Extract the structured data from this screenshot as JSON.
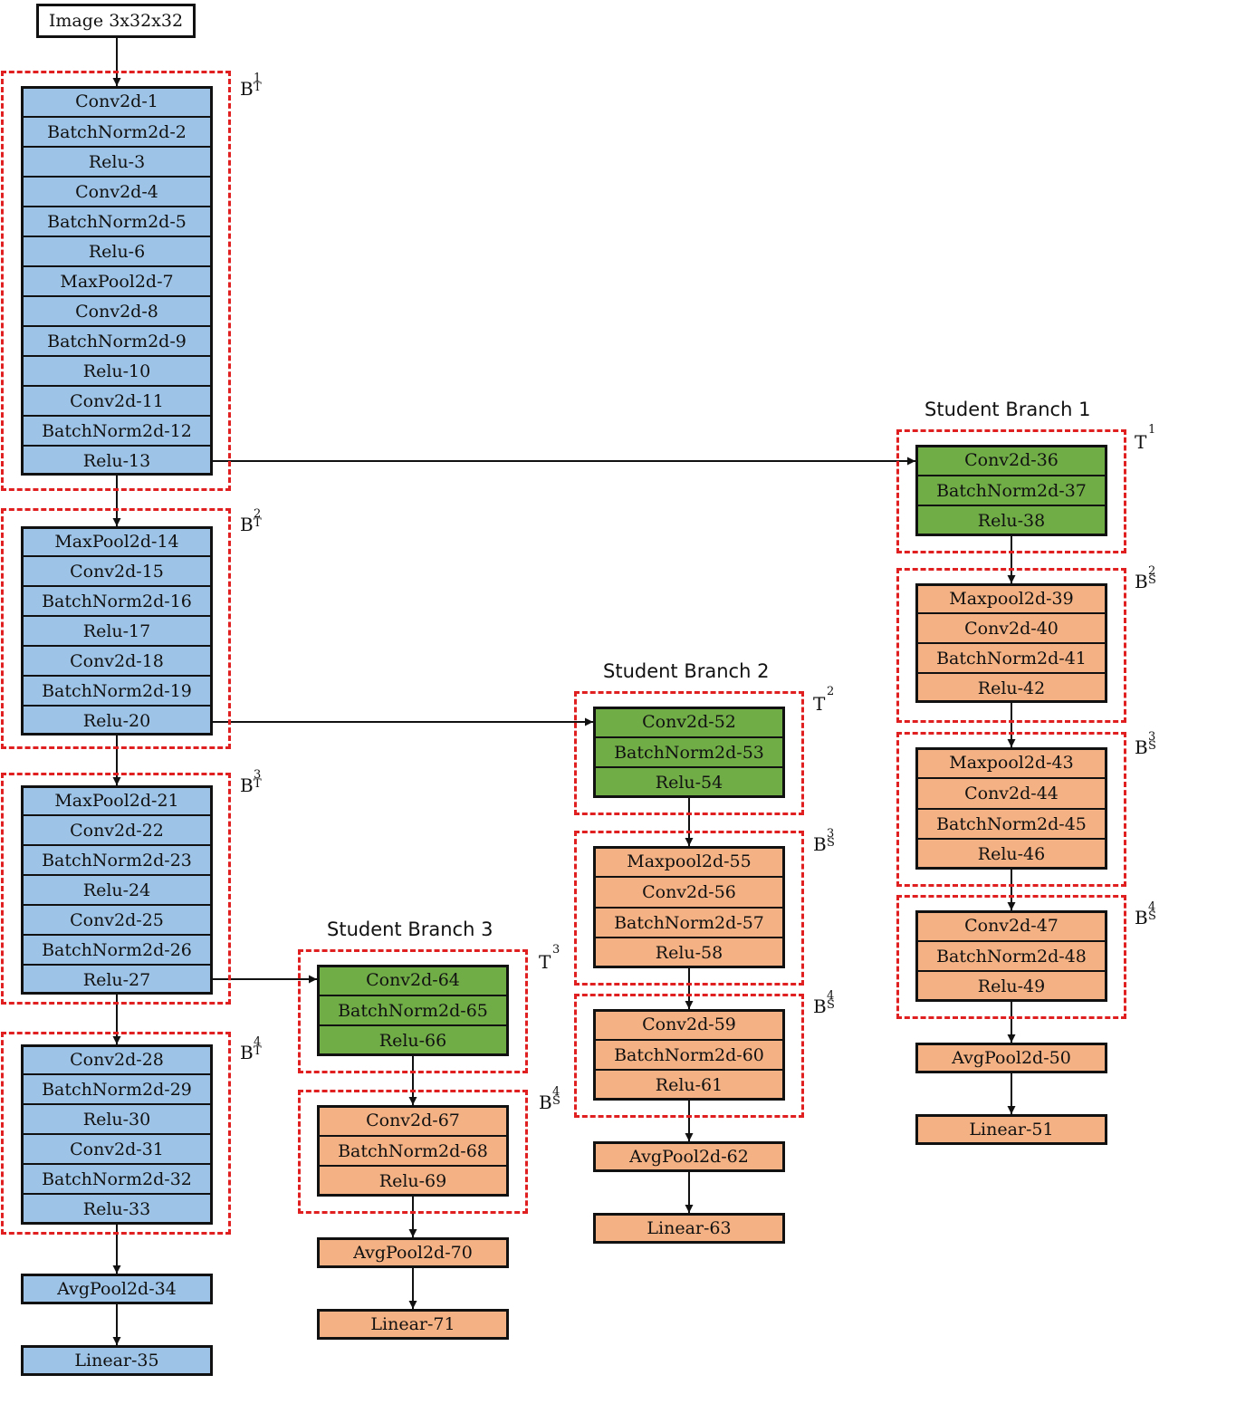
{
  "input": {
    "label": "Image 3x32x32"
  },
  "teacher": {
    "blocks": [
      {
        "label": "B",
        "sup": "1",
        "sub": "T",
        "layers": [
          "Conv2d-1",
          "BatchNorm2d-2",
          "Relu-3",
          "Conv2d-4",
          "BatchNorm2d-5",
          "Relu-6",
          "MaxPool2d-7",
          "Conv2d-8",
          "BatchNorm2d-9",
          "Relu-10",
          "Conv2d-11",
          "BatchNorm2d-12",
          "Relu-13"
        ]
      },
      {
        "label": "B",
        "sup": "2",
        "sub": "T",
        "layers": [
          "MaxPool2d-14",
          "Conv2d-15",
          "BatchNorm2d-16",
          "Relu-17",
          "Conv2d-18",
          "BatchNorm2d-19",
          "Relu-20"
        ]
      },
      {
        "label": "B",
        "sup": "3",
        "sub": "T",
        "layers": [
          "MaxPool2d-21",
          "Conv2d-22",
          "BatchNorm2d-23",
          "Relu-24",
          "Conv2d-25",
          "BatchNorm2d-26",
          "Relu-27"
        ]
      },
      {
        "label": "B",
        "sup": "4",
        "sub": "T",
        "layers": [
          "Conv2d-28",
          "BatchNorm2d-29",
          "Relu-30",
          "Conv2d-31",
          "BatchNorm2d-32",
          "Relu-33"
        ]
      }
    ],
    "head": [
      "AvgPool2d-34",
      "Linear-35"
    ]
  },
  "student_branches": [
    {
      "title": "Student Branch  1",
      "transfer": {
        "label": "T",
        "sup": "1",
        "layers": [
          "Conv2d-36",
          "BatchNorm2d-37",
          "Relu-38"
        ]
      },
      "blocks": [
        {
          "label": "B",
          "sup": "2",
          "sub": "S",
          "layers": [
            "Maxpool2d-39",
            "Conv2d-40",
            "BatchNorm2d-41",
            "Relu-42"
          ]
        },
        {
          "label": "B",
          "sup": "3",
          "sub": "S",
          "layers": [
            "Maxpool2d-43",
            "Conv2d-44",
            "BatchNorm2d-45",
            "Relu-46"
          ]
        },
        {
          "label": "B",
          "sup": "4",
          "sub": "S",
          "layers": [
            "Conv2d-47",
            "BatchNorm2d-48",
            "Relu-49"
          ]
        }
      ],
      "head": [
        "AvgPool2d-50",
        "Linear-51"
      ]
    },
    {
      "title": "Student Branch  2",
      "transfer": {
        "label": "T",
        "sup": "2",
        "layers": [
          "Conv2d-52",
          "BatchNorm2d-53",
          "Relu-54"
        ]
      },
      "blocks": [
        {
          "label": "B",
          "sup": "3",
          "sub": "S",
          "layers": [
            "Maxpool2d-55",
            "Conv2d-56",
            "BatchNorm2d-57",
            "Relu-58"
          ]
        },
        {
          "label": "B",
          "sup": "4",
          "sub": "S",
          "layers": [
            "Conv2d-59",
            "BatchNorm2d-60",
            "Relu-61"
          ]
        }
      ],
      "head": [
        "AvgPool2d-62",
        "Linear-63"
      ]
    },
    {
      "title": "Student Branch  3",
      "transfer": {
        "label": "T",
        "sup": "3",
        "layers": [
          "Conv2d-64",
          "BatchNorm2d-65",
          "Relu-66"
        ]
      },
      "blocks": [
        {
          "label": "B",
          "sup": "4",
          "sub": "S",
          "layers": [
            "Conv2d-67",
            "BatchNorm2d-68",
            "Relu-69"
          ]
        }
      ],
      "head": [
        "AvgPool2d-70",
        "Linear-71"
      ]
    }
  ],
  "colors": {
    "teacher": "#9dc3e6",
    "transfer": "#70ad47",
    "student": "#f4b183",
    "block_outline": "#e02020"
  }
}
